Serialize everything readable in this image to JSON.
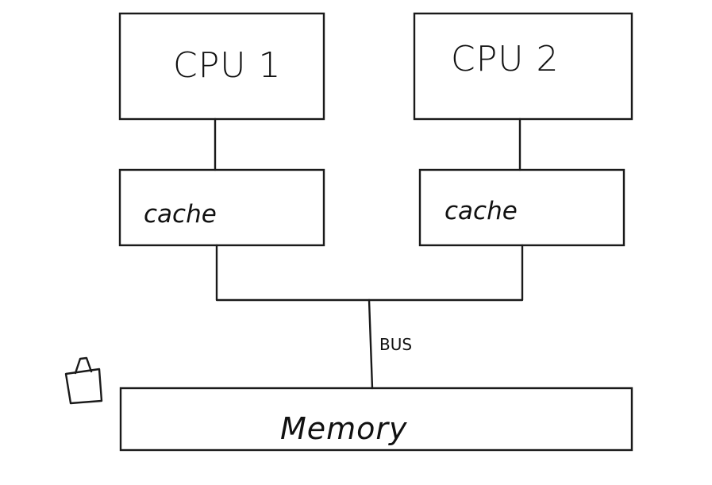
{
  "diagram": {
    "nodes": {
      "cpu1": {
        "label": "CPU 1"
      },
      "cpu2": {
        "label": "CPU 2"
      },
      "cache1": {
        "label": "cache"
      },
      "cache2": {
        "label": "cache"
      },
      "memory": {
        "label": "Memory"
      }
    },
    "edges": [
      {
        "from": "cpu1",
        "to": "cache1"
      },
      {
        "from": "cpu2",
        "to": "cache2"
      },
      {
        "from": "cache1",
        "to": "bus"
      },
      {
        "from": "cache2",
        "to": "bus"
      },
      {
        "from": "bus",
        "to": "memory"
      }
    ],
    "bus": {
      "label": "BUS"
    },
    "icons": {
      "scribble": "bag-icon"
    },
    "colors": {
      "ink": "#1a1a1a",
      "background": "#ffffff"
    }
  }
}
